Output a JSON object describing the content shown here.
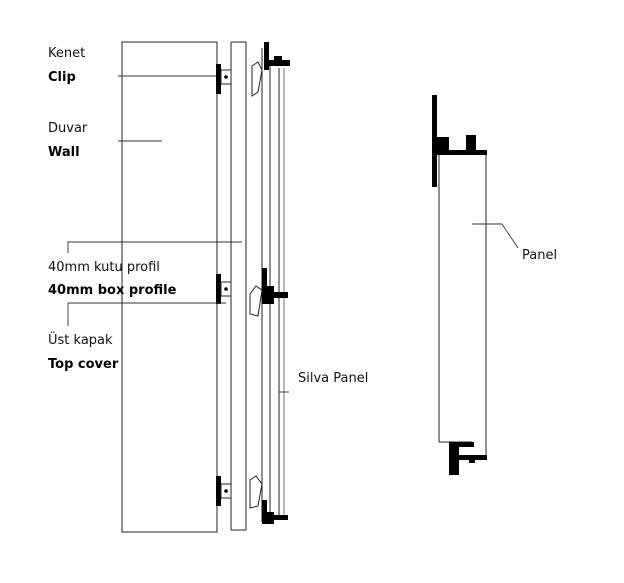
{
  "labels": {
    "clip_tr": "Kenet",
    "clip_en": "Clip",
    "wall_tr": "Duvar",
    "wall_en": "Wall",
    "box_profile_tr": "40mm kutu profil",
    "box_profile_en": "40mm box profile",
    "top_cover_tr": "Üst kapak",
    "top_cover_en": "Top cover",
    "silva_panel": "Silva Panel",
    "panel": "Panel"
  }
}
